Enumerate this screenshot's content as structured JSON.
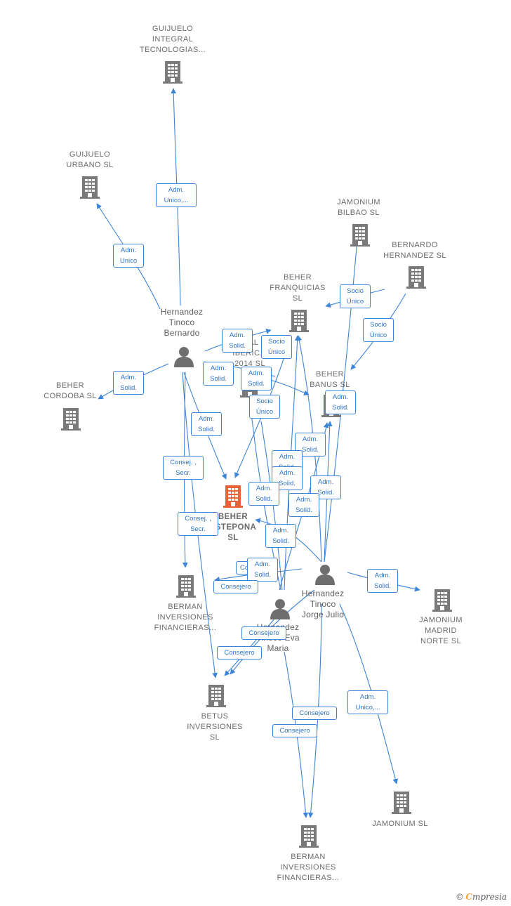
{
  "colors": {
    "edge": "#3c84d6",
    "company": "#7a7a7a",
    "focus_company": "#e8633a",
    "person": "#6e6e6e"
  },
  "companies": [
    {
      "id": "guijuelo-integral",
      "label": "GUIJUELO\nINTEGRAL\nTECNOLOGIAS..."
    },
    {
      "id": "guijuelo-urbano",
      "label": "GUIJUELO\nURBANO  SL"
    },
    {
      "id": "jamonium-bilbao",
      "label": "JAMONIUM\nBILBAO  SL"
    },
    {
      "id": "bernardo-hernandez",
      "label": "BERNARDO\nHERNANDEZ SL"
    },
    {
      "id": "beher-franquicias",
      "label": "BEHER\nFRANQUICIAS\nSL"
    },
    {
      "id": "beher-banus",
      "label": "BEHER\nBANUS  SL"
    },
    {
      "id": "iberica-2014",
      "label": "...AL\nIBERIC...\n2014  SL"
    },
    {
      "id": "beher-cordoba",
      "label": "BEHER\nCORDOBA  SL"
    },
    {
      "id": "beher-estepona",
      "label": "BEHER\nESTEPONA\nSL"
    },
    {
      "id": "berman-1",
      "label": "BERMAN\nINVERSIONES\nFINANCIERAS..."
    },
    {
      "id": "jamonium-madrid",
      "label": "JAMONIUM\nMADRID\nNORTE  SL"
    },
    {
      "id": "betus",
      "label": "BETUS\nINVERSIONES\nSL"
    },
    {
      "id": "jamonium-sl",
      "label": "JAMONIUM  SL"
    },
    {
      "id": "berman-2",
      "label": "BERMAN\nINVERSIONES\nFINANCIERAS..."
    }
  ],
  "persons": [
    {
      "id": "bernardo",
      "label": "Hernandez\nTinoco\nBernardo"
    },
    {
      "id": "jorge",
      "label": "Hernandez\nTinoco\nJorge Julio"
    },
    {
      "id": "eva",
      "label": "Hernandez\nTinoco Eva\nMaria"
    }
  ],
  "edge_labels": [
    {
      "id": "e-adm-unico-integral",
      "text": "Adm.\nUnico,..."
    },
    {
      "id": "e-adm-unico-urbano",
      "text": "Adm.\nUnico"
    },
    {
      "id": "e-socio-unico-franq",
      "text": "Socio\nÚnico"
    },
    {
      "id": "e-socio-unico-bh",
      "text": "Socio\nÚnico"
    },
    {
      "id": "e-adm-solid-1",
      "text": "Adm.\nSolid."
    },
    {
      "id": "e-socio-unico-2",
      "text": "Socio\nÚnico"
    },
    {
      "id": "e-adm-solid-2",
      "text": "Adm.\nSolid."
    },
    {
      "id": "e-adm-solid-3",
      "text": "Adm.\nSolid."
    },
    {
      "id": "e-adm-solid-cordoba",
      "text": "Adm.\nSolid."
    },
    {
      "id": "e-socio-unico-3",
      "text": "Socio\nÚnico"
    },
    {
      "id": "e-adm-solid-banus",
      "text": "Adm.\nSolid."
    },
    {
      "id": "e-adm-solid-4",
      "text": "Adm.\nSolid."
    },
    {
      "id": "e-consej-secr-1",
      "text": "Consej. ,\nSecr."
    },
    {
      "id": "e-adm-solid-5",
      "text": "Adm.\nSolid."
    },
    {
      "id": "e-adm-solid-6",
      "text": "Adm.\nSolid."
    },
    {
      "id": "e-adm-solid-7",
      "text": "Adm.\nSolid."
    },
    {
      "id": "e-adm-solid-8",
      "text": "Adm.\nSolid."
    },
    {
      "id": "e-adm-solid-9",
      "text": "Adm.\nSolid."
    },
    {
      "id": "e-adm-solid-10",
      "text": "Adm.\nSolid."
    },
    {
      "id": "e-consej-secr-2",
      "text": "Consej. ,\nSecr."
    },
    {
      "id": "e-adm-solid-11",
      "text": "Adm.\nSolid."
    },
    {
      "id": "e-consejero-0",
      "text": "Co..."
    },
    {
      "id": "e-adm-solid-12",
      "text": "Adm.\nSolid."
    },
    {
      "id": "e-consejero-1",
      "text": "Consejero"
    },
    {
      "id": "e-adm-solid-madrid",
      "text": "Adm.\nSolid."
    },
    {
      "id": "e-consejero-2",
      "text": "Consejero"
    },
    {
      "id": "e-consejero-3",
      "text": "Consejero"
    },
    {
      "id": "e-adm-unico-jam",
      "text": "Adm.\nUnico,..."
    },
    {
      "id": "e-consejero-4",
      "text": "Consejero"
    },
    {
      "id": "e-consejero-5",
      "text": "Consejero"
    }
  ],
  "copyright": {
    "symbol": "©",
    "brand_first": "C",
    "brand_rest": "mpresia"
  }
}
